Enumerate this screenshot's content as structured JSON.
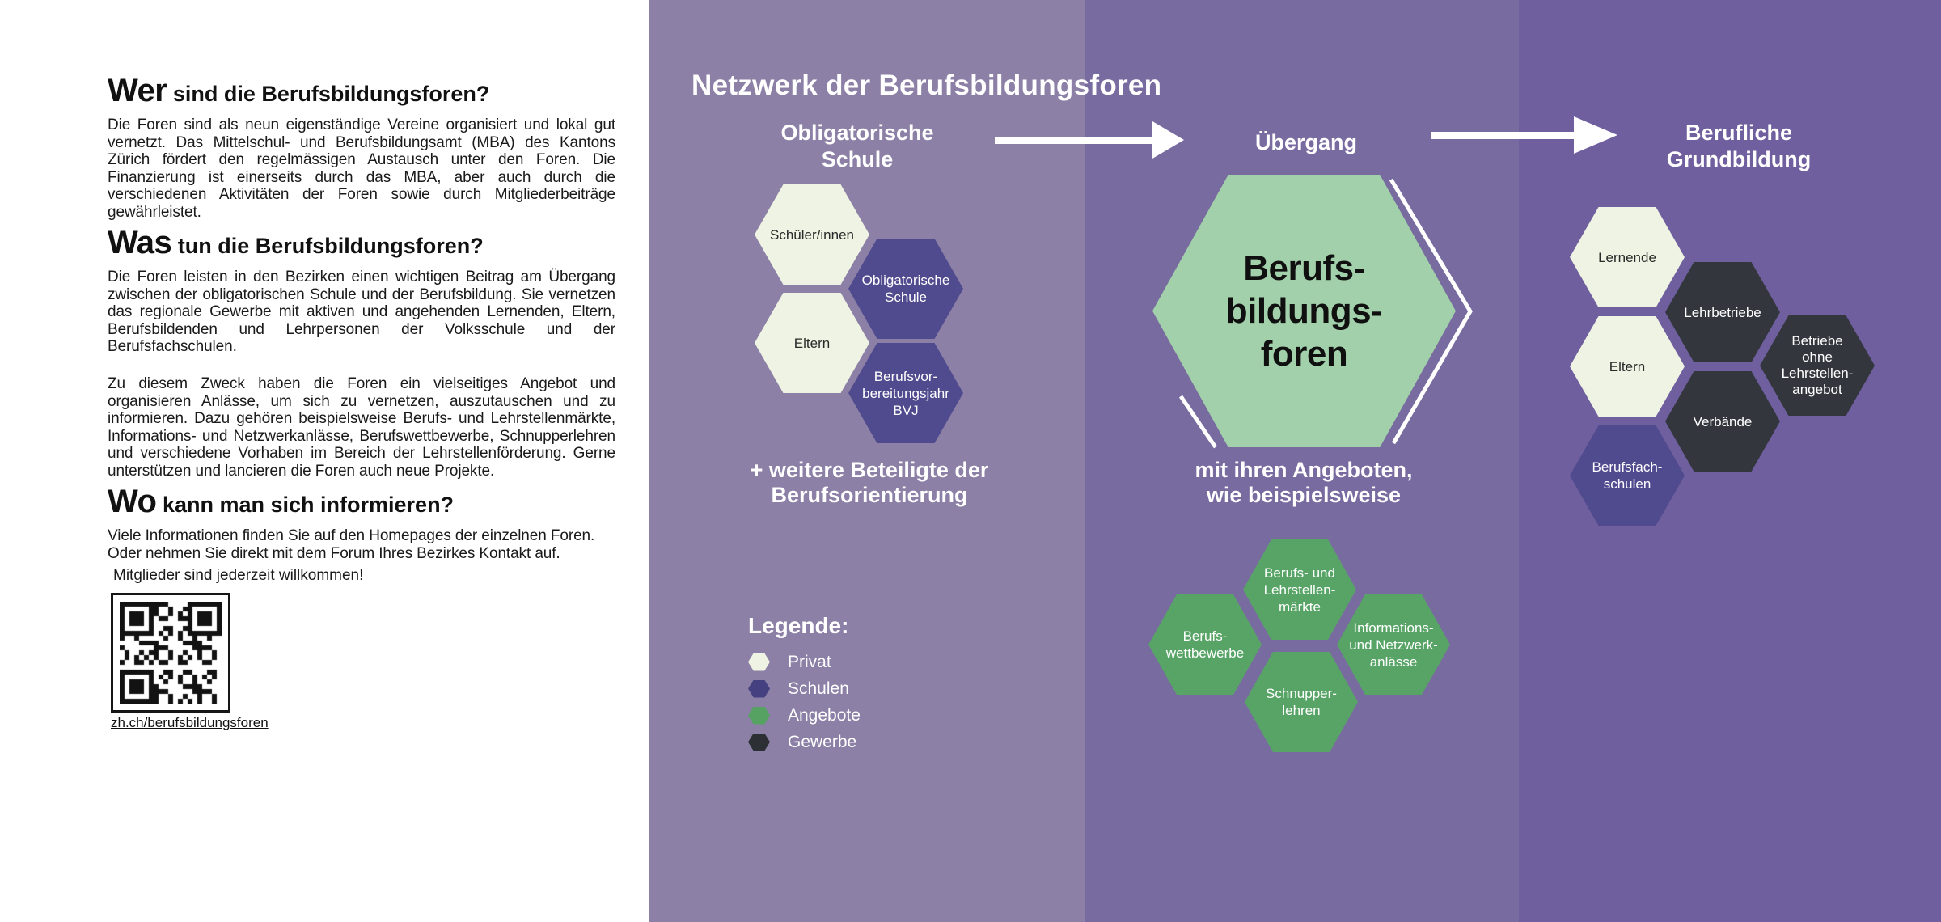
{
  "colors": {
    "panel_1": "#8c80a6",
    "panel_2": "#786b9f",
    "panel_3": "#6f5f9e",
    "privat": "#eef3e3",
    "schulen": "#504a8e",
    "angebote": "#58a467",
    "angebote_big": "#a2d0aa",
    "gewerbe": "#33373d"
  },
  "left_page": {
    "sections": [
      {
        "lead": "Wer",
        "rest": " sind die Berufsbildungsforen?",
        "paragraphs": [
          "Die Foren sind als neun eigenständige Vereine organisiert und lokal gut vernetzt. Das Mittelschul- und Berufsbildungsamt (MBA) des Kantons Zürich fördert den regelmässigen Austausch unter den Foren. Die Finanzierung ist einerseits durch das MBA, aber auch durch die verschiedenen Aktivitäten der Foren sowie durch Mitgliederbeiträge gewährleistet."
        ]
      },
      {
        "lead": "Was",
        "rest": " tun die Berufsbildungsforen?",
        "paragraphs": [
          "Die Foren leisten in den Bezirken einen wichtigen Beitrag am Übergang zwischen der obligatorischen Schule und der Berufsbildung. Sie vernetzen das regionale Gewerbe mit aktiven und angehenden Lernenden, Eltern, Berufsbildenden und Lehrpersonen der Volksschule und der Berufsfachschulen.",
          "Zu diesem Zweck haben die Foren ein vielseitiges Angebot und organisieren Anlässe, um sich zu vernetzen, auszutauschen und zu informieren. Dazu gehören beispielsweise Berufs- und Lehrstellenmärkte, Informations- und Netzwerkanlässe, Berufswettbewerbe, Schnupperlehren und verschiedene Vorhaben im Bereich der Lehrstellenförderung. Gerne unterstützen und lancieren die Foren auch neue Projekte."
        ]
      },
      {
        "lead": "Wo",
        "rest": " kann man sich informieren?",
        "paragraphs": [
          "Viele Informationen finden Sie auf den Homepages der einzelnen Foren. Oder nehmen Sie direkt mit dem Forum Ihres Bezirkes Kontakt auf."
        ]
      }
    ],
    "members_note": "Mitglieder sind jederzeit willkommen!",
    "qr_link": "zh.ch/berufsbildungsforen"
  },
  "network": {
    "title": "Netzwerk der Berufsbildungsforen",
    "stage1": {
      "heading": "Obligatorische\nSchule",
      "hexes": [
        {
          "label": "Schüler/innen",
          "category": "privat"
        },
        {
          "label": "Obligatorische\nSchule",
          "category": "schulen"
        },
        {
          "label": "Eltern",
          "category": "privat"
        },
        {
          "label": "Berufsvor-\nbereitungsjahr\nBVJ",
          "category": "schulen"
        }
      ],
      "footer": "+ weitere Beteiligte der\nBerufsorientierung"
    },
    "stage2": {
      "heading": "Übergang",
      "center_hex": {
        "label": "Berufs-\nbildungs-\nforen",
        "category": "angebote"
      },
      "subheading": "mit ihren Angeboten,\nwie beispielsweise",
      "hexes": [
        {
          "label": "Berufs- und\nLehrstellen-\nmärkte",
          "category": "angebote"
        },
        {
          "label": "Berufs-\nwettbewerbe",
          "category": "angebote"
        },
        {
          "label": "Informations-\nund Netzwerk-\nanlässe",
          "category": "angebote"
        },
        {
          "label": "Schnupper-\nlehren",
          "category": "angebote"
        }
      ]
    },
    "stage3": {
      "heading": "Berufliche\nGrundbildung",
      "hexes": [
        {
          "label": "Lernende",
          "category": "privat"
        },
        {
          "label": "Lehrbetriebe",
          "category": "gewerbe"
        },
        {
          "label": "Eltern",
          "category": "privat"
        },
        {
          "label": "Betriebe\nohne\nLehrstellen-\nangebot",
          "category": "gewerbe"
        },
        {
          "label": "Verbände",
          "category": "gewerbe"
        },
        {
          "label": "Berufsfach-\nschulen",
          "category": "schulen"
        }
      ]
    }
  },
  "legend": {
    "title": "Legende:",
    "items": [
      {
        "label": "Privat",
        "color": "#eef3e3"
      },
      {
        "label": "Schulen",
        "color": "#454080"
      },
      {
        "label": "Angebote",
        "color": "#55a263"
      },
      {
        "label": "Gewerbe",
        "color": "#2c3034"
      }
    ]
  }
}
